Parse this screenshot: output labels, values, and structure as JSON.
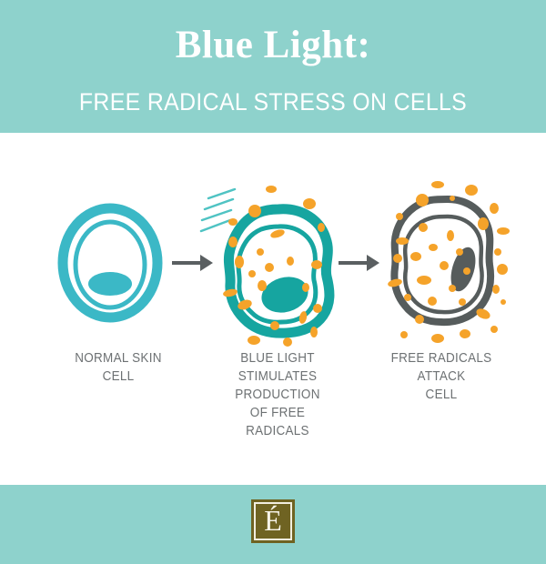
{
  "header": {
    "title": "Blue Light:",
    "subtitle": "FREE RADICAL STRESS ON CELLS",
    "background_color": "#8ED2CC",
    "text_color": "#FFFFFF"
  },
  "diagram": {
    "background_color": "#FFFFFF",
    "teal_light": "#3BB8C6",
    "teal_dark": "#16A5A0",
    "orange": "#F5A32A",
    "gray_dark": "#565C5C",
    "arrow_color": "#5A5F61",
    "stages": [
      {
        "id": "normal-cell",
        "caption_lines": [
          "NORMAL SKIN",
          "CELL"
        ],
        "cell_color": "#3BB8C6",
        "has_free_radicals": false,
        "has_light_rays": false
      },
      {
        "id": "stimulated-cell",
        "caption_lines": [
          "BLUE LIGHT",
          "STIMULATES",
          "PRODUCTION",
          "OF FREE",
          "RADICALS"
        ],
        "cell_color": "#16A5A0",
        "has_free_radicals": true,
        "has_light_rays": true,
        "light_ray_count": 4
      },
      {
        "id": "damaged-cell",
        "caption_lines": [
          "FREE RADICALS",
          "ATTACK",
          "CELL"
        ],
        "cell_color": "#565C5C",
        "has_free_radicals": true,
        "has_light_rays": false
      }
    ],
    "arrows": [
      {
        "id": "arrow-1",
        "from": "normal-cell",
        "to": "stimulated-cell"
      },
      {
        "id": "arrow-2",
        "from": "stimulated-cell",
        "to": "damaged-cell"
      }
    ],
    "caption_color": "#6D7173"
  },
  "footer": {
    "background_color": "#8ED2CC",
    "logo_letter": "É",
    "logo_background_color": "#6F6322",
    "logo_border_color": "#F2EEDF"
  }
}
